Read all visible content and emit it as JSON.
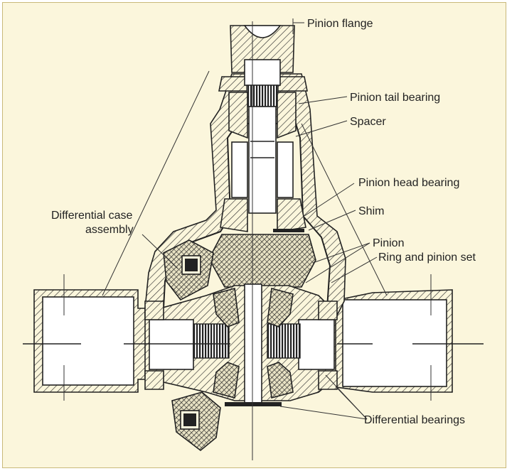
{
  "colors": {
    "background": "#fbf6dc",
    "border": "#c9b97a",
    "line": "#222222"
  },
  "labels": {
    "pinion_flange": "Pinion flange",
    "pinion_tail_bearing": "Pinion tail bearing",
    "spacer": "Spacer",
    "pinion_head_bearing": "Pinion head bearing",
    "shim": "Shim",
    "pinion": "Pinion",
    "ring_and_pinion_set": "Ring and pinion set",
    "differential_case_line1": "Differential case",
    "differential_case_line2": "assembly",
    "differential_bearings": "Differential bearings"
  }
}
